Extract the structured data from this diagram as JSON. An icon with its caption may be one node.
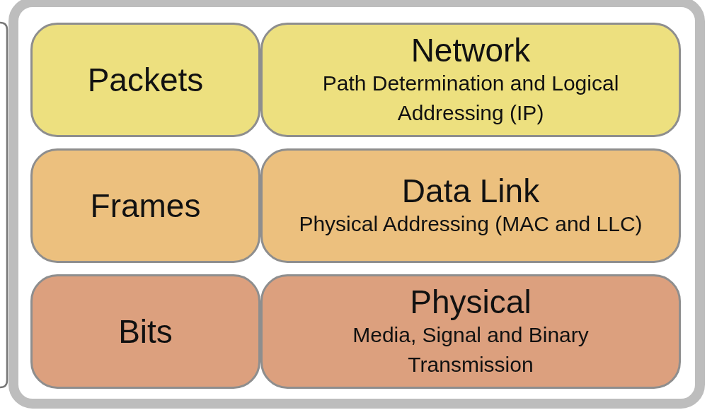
{
  "diagram": {
    "nodes": [
      {
        "text": [],
        "shape": "box"
      },
      {
        "text": [
          "Packets"
        ],
        "in": 0
      },
      {
        "text": [
          "Network",
          "Path Determination and Logical Addressing (IP)"
        ],
        "in": 0
      },
      {
        "text": [
          "Frames"
        ],
        "in": 0
      },
      {
        "text": [
          "Data Link",
          "Physical Addressing (MAC and LLC)"
        ],
        "in": 0
      },
      {
        "text": [
          "Bits"
        ],
        "in": 0
      },
      {
        "text": [
          "Physical",
          "Media, Signal and Binary Transmission"
        ],
        "in": 0
      }
    ]
  }
}
